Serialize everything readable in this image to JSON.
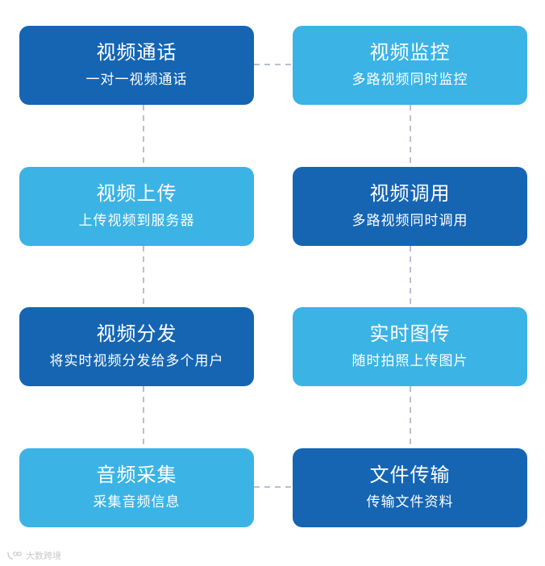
{
  "cards": [
    {
      "title": "视频通话",
      "subtitle": "一对一视频通话"
    },
    {
      "title": "视频监控",
      "subtitle": "多路视频同时监控"
    },
    {
      "title": "视频上传",
      "subtitle": "上传视频到服务器"
    },
    {
      "title": "视频调用",
      "subtitle": "多路视频同时调用"
    },
    {
      "title": "视频分发",
      "subtitle": "将实时视频分发给多个用户"
    },
    {
      "title": "实时图传",
      "subtitle": "随时拍照上传图片"
    },
    {
      "title": "音频采集",
      "subtitle": "采集音频信息"
    },
    {
      "title": "文件传输",
      "subtitle": "传输文件资料"
    }
  ],
  "colors": {
    "dark": "#1565b3",
    "light": "#3bb3e5",
    "connector": "#b9bfd0"
  },
  "watermark": {
    "text": "大数跨境",
    "icon": "watermark-logo-icon"
  }
}
